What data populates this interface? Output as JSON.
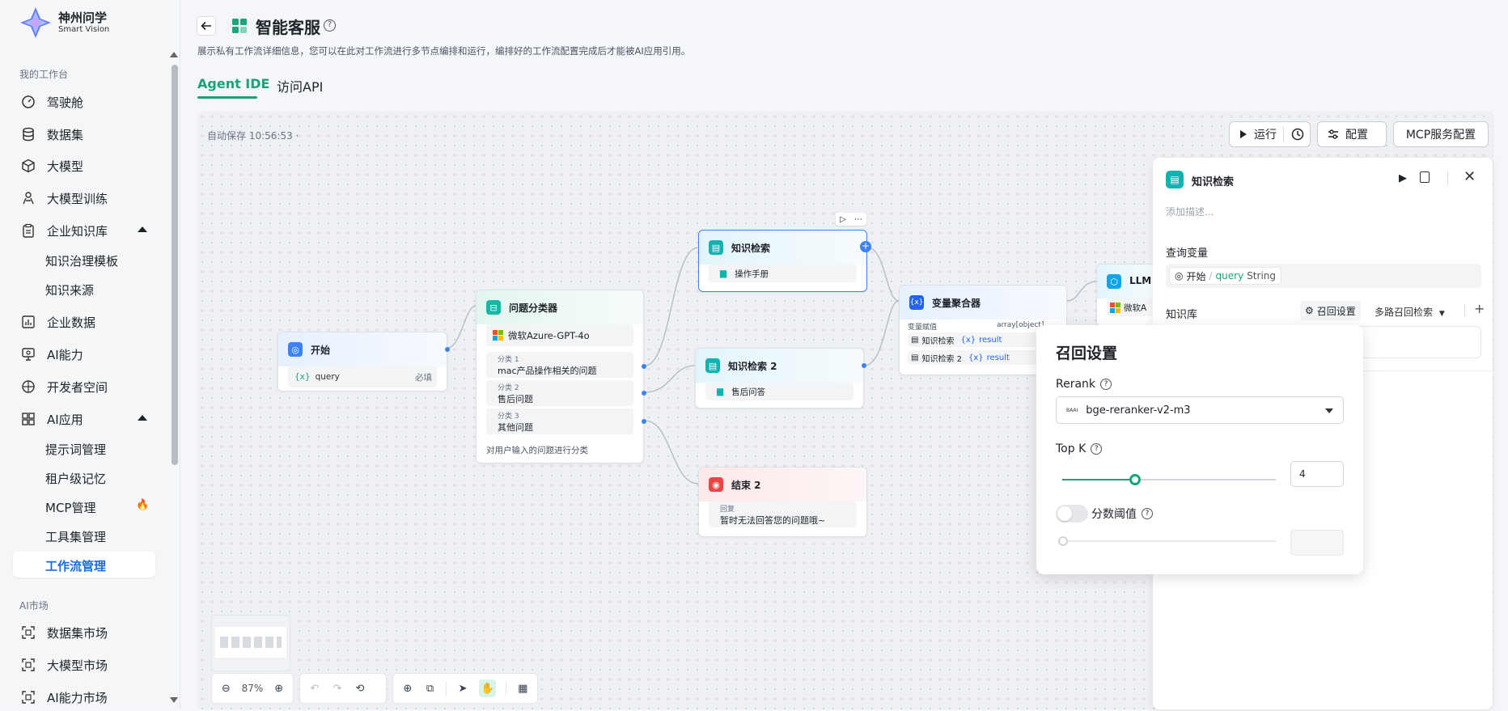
{
  "brand": {
    "name_cn": "神州问学",
    "name_en": "Smart Vision"
  },
  "sidebar": {
    "section1": "我的工作台",
    "items": [
      {
        "label": "驾驶舱",
        "icon": "dashboard-icon"
      },
      {
        "label": "数据集",
        "icon": "database-icon"
      },
      {
        "label": "大模型",
        "icon": "cube-icon"
      },
      {
        "label": "大模型训练",
        "icon": "training-icon"
      },
      {
        "label": "企业知识库",
        "icon": "clipboard-icon"
      },
      {
        "label": "知识治理模板"
      },
      {
        "label": "知识来源"
      },
      {
        "label": "企业数据",
        "icon": "chart-icon"
      },
      {
        "label": "AI能力",
        "icon": "monitor-icon"
      },
      {
        "label": "开发者空间",
        "icon": "dev-icon"
      },
      {
        "label": "AI应用",
        "icon": "grid-icon"
      },
      {
        "label": "提示词管理"
      },
      {
        "label": "租户级记忆"
      },
      {
        "label": "MCP管理"
      },
      {
        "label": "工具集管理"
      },
      {
        "label": "工作流管理"
      }
    ],
    "section2": "AI市场",
    "market": [
      {
        "label": "数据集市场"
      },
      {
        "label": "大模型市场"
      },
      {
        "label": "AI能力市场"
      }
    ],
    "fire": "🔥"
  },
  "header": {
    "title": "智能客服",
    "description": "展示私有工作流详细信息，您可以在此对工作流进行多节点编排和运行，编排好的工作流配置完成后才能被AI应用引用。",
    "tabs": [
      "Agent IDE",
      "访问API"
    ]
  },
  "canvas": {
    "autosave": "自动保存 10:56:53 ·",
    "toolbar": {
      "run": "运行",
      "config": "配置",
      "mcp": "MCP服务配置"
    },
    "zoom": "87%"
  },
  "nodes": {
    "start": {
      "title": "开始",
      "var": "query",
      "required": "必填"
    },
    "classifier": {
      "title": "问题分类器",
      "model": "微软Azure-GPT-4o",
      "classes": [
        {
          "label": "分类 1",
          "text": "mac产品操作相关的问题"
        },
        {
          "label": "分类 2",
          "text": "售后问题"
        },
        {
          "label": "分类 3",
          "text": "其他问题"
        }
      ],
      "footer": "对用户输入的问题进行分类"
    },
    "k1": {
      "title": "知识检索",
      "item": "操作手册"
    },
    "k2": {
      "title": "知识检索 2",
      "item": "售后问答"
    },
    "end2": {
      "title": "结束 2",
      "label": "回复",
      "text": "暂时无法回答您的问题哦~"
    },
    "agg": {
      "title": "变量聚合器",
      "label": "变量赋值",
      "type": "array[object]",
      "rows": [
        {
          "src": "知识检索",
          "var": "result"
        },
        {
          "src": "知识检索 2",
          "var": "result"
        }
      ]
    },
    "llm": {
      "title": "LLM",
      "model": "微软A"
    }
  },
  "panel": {
    "title": "知识检索",
    "placeholder": "添加描述...",
    "query_label": "查询变量",
    "query_src": "开始",
    "query_var": "query",
    "query_type": "String",
    "kb_label": "知识库",
    "recall": "召回设置",
    "multi": "多路召回检索",
    "plus": "+"
  },
  "popover": {
    "title": "召回设置",
    "rerank_label": "Rerank",
    "rerank_value": "bge-reranker-v2-m3",
    "model_badge": "BAAI",
    "topk_label": "Top K",
    "topk_value": "4",
    "topk_fraction": 0.34,
    "threshold_label": "分数阈值"
  },
  "colors": {
    "accent": "#1aa37a",
    "blue": "#3b82f6",
    "teal": "#14b8a6",
    "red": "#f0532f"
  }
}
